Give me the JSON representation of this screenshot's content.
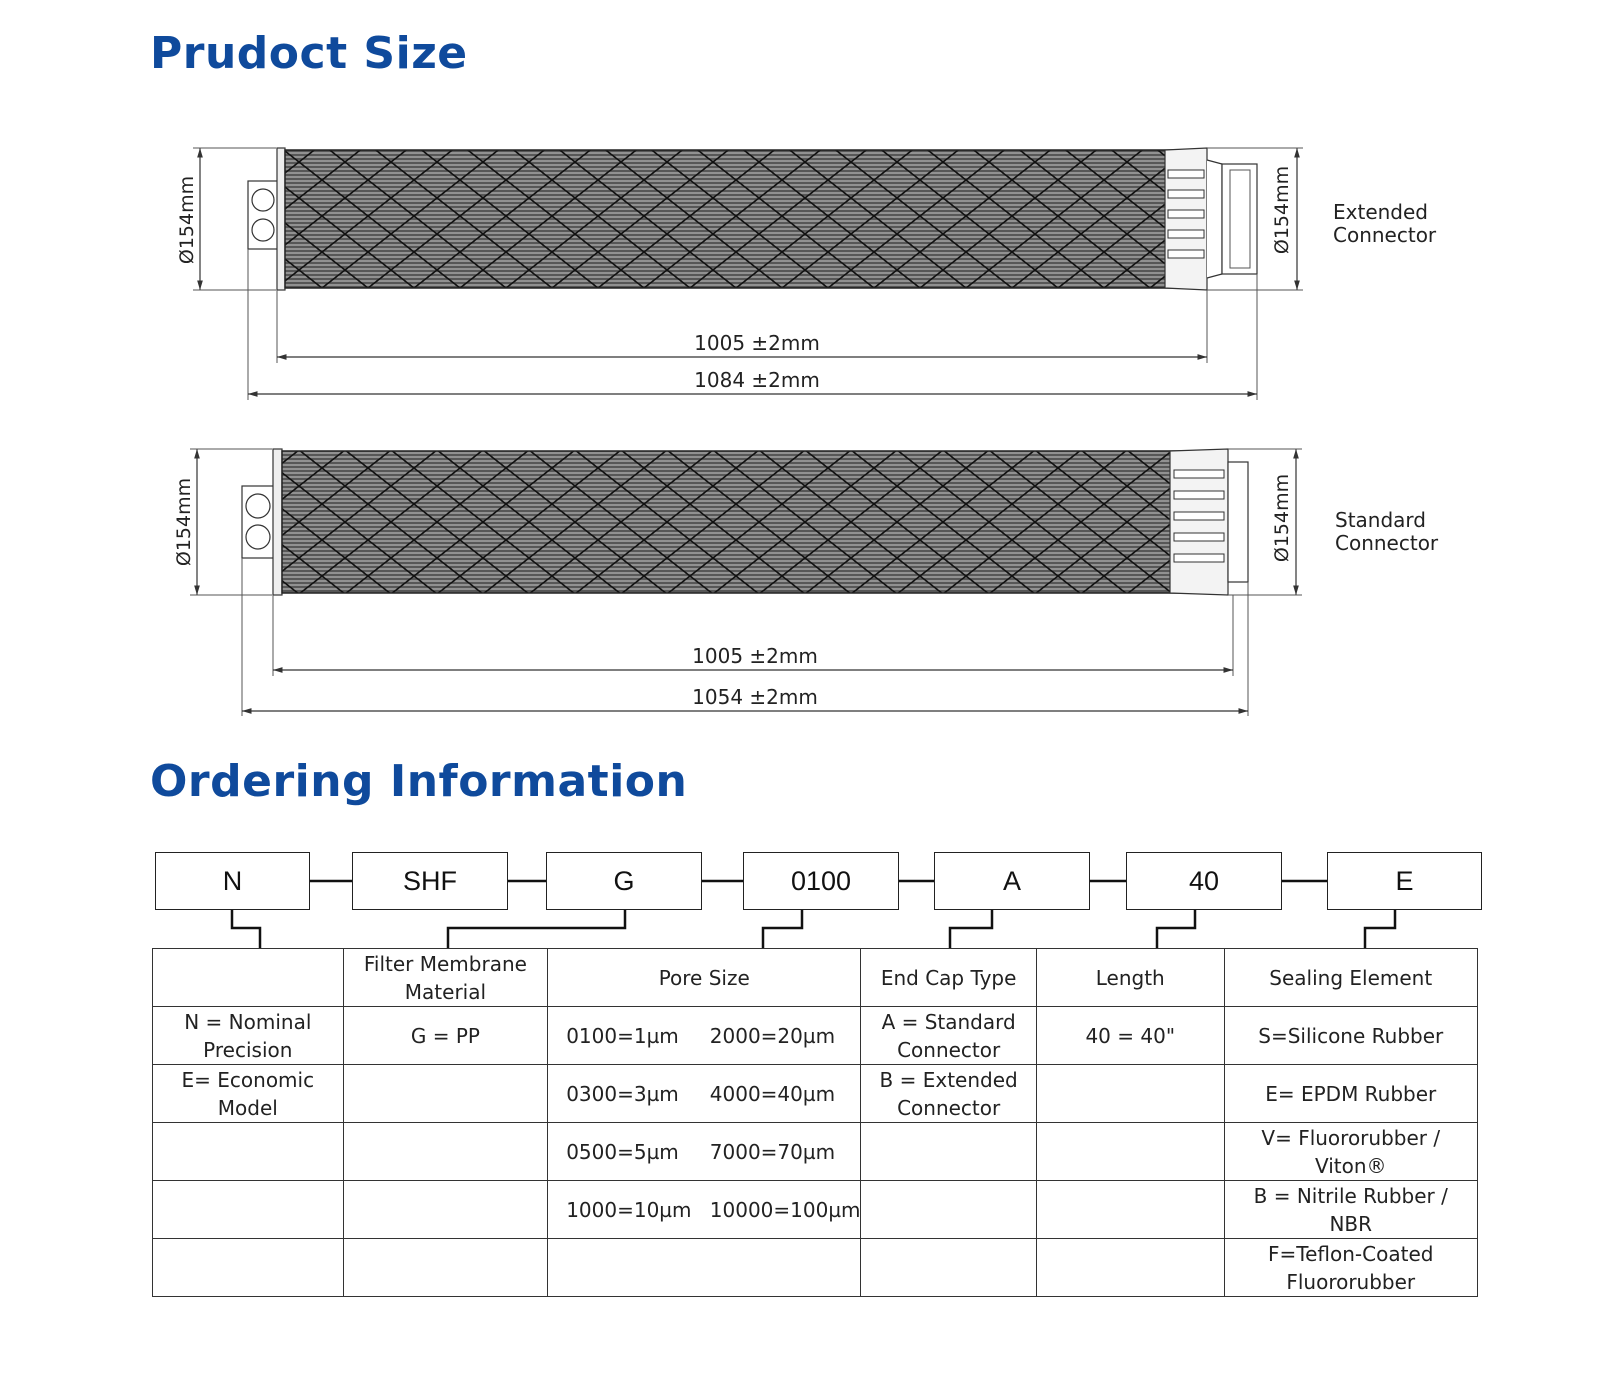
{
  "sections": {
    "size_title": "Prudoct Size",
    "ordering_title": "Ordering Information"
  },
  "drawing_top": {
    "diameter_left": "Ø154mm",
    "diameter_right": "Ø154mm",
    "length_inner": "1005 ±2mm",
    "length_outer": "1084 ±2mm",
    "connector_label": [
      "Extended",
      "Connector"
    ]
  },
  "drawing_bottom": {
    "diameter_left": "Ø154mm",
    "diameter_right": "Ø154mm",
    "length_inner": "1005 ±2mm",
    "length_outer": "1054 ±2mm",
    "connector_label": [
      "Standard",
      "Connector"
    ]
  },
  "code_boxes": [
    "N",
    "SHF",
    "G",
    "0100",
    "A",
    "40",
    "E"
  ],
  "table": {
    "headers": [
      "",
      "Filter Membrane Material",
      "Pore Size",
      "End Cap Type",
      "Length",
      "Sealing Element"
    ],
    "rows": [
      {
        "c1": "N = Nominal Precision",
        "c2": "G = PP",
        "p1": "0100=1µm",
        "p2": "2000=20µm",
        "c4": "A = Standard Connector",
        "c5": "40 = 40\"",
        "c6": "S=Silicone Rubber"
      },
      {
        "c1": "E= Economic Model",
        "c2": "",
        "p1": "0300=3µm",
        "p2": "4000=40µm",
        "c4": "B = Extended Connector",
        "c5": "",
        "c6": "E= EPDM Rubber"
      },
      {
        "c1": "",
        "c2": "",
        "p1": "0500=5µm",
        "p2": "7000=70µm",
        "c4": "",
        "c5": "",
        "c6": "V= Fluororubber / Viton®"
      },
      {
        "c1": "",
        "c2": "",
        "p1": "1000=10µm",
        "p2": "10000=100µm",
        "c4": "",
        "c5": "",
        "c6": "B = Nitrile Rubber / NBR"
      },
      {
        "c1": "",
        "c2": "",
        "p1": "",
        "p2": "",
        "c4": "",
        "c5": "",
        "c6": "F=Teflon-Coated Fluororubber"
      }
    ]
  }
}
